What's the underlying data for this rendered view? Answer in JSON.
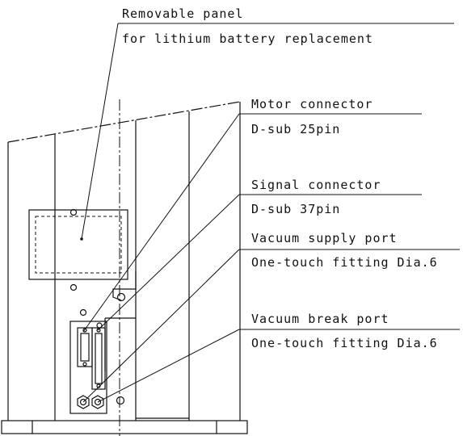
{
  "callouts": {
    "panel": {
      "line1": "Removable panel",
      "line2": "for lithium battery replacement"
    },
    "motor": {
      "line1": "Motor connector",
      "line2": "D-sub 25pin"
    },
    "signal": {
      "line1": "Signal connector",
      "line2": "D-sub 37pin"
    },
    "supply": {
      "line1": "Vacuum supply port",
      "line2": "One-touch fitting Dia.6"
    },
    "break": {
      "line1": "Vacuum break port",
      "line2": "One-touch fitting Dia.6"
    }
  },
  "colors": {
    "stroke": "#111111",
    "background": "#ffffff"
  }
}
